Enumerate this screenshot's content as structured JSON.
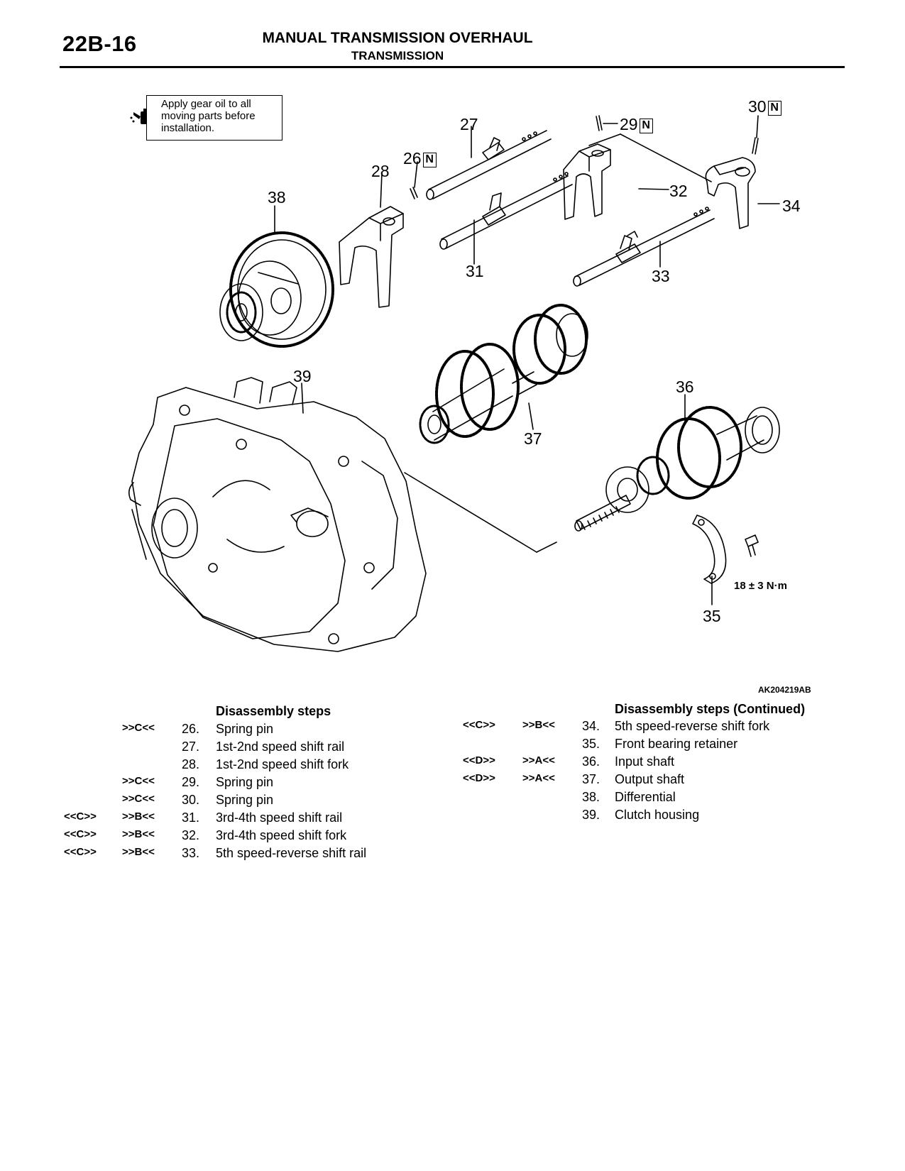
{
  "header": {
    "page_number": "22B-16",
    "title": "MANUAL TRANSMISSION OVERHAUL",
    "subtitle": "TRANSMISSION"
  },
  "figure": {
    "callout_text": "Apply gear oil to all moving parts before installation.",
    "callout_icon": "oil-can-icon",
    "n_mark": "N",
    "labels": {
      "p26": "26",
      "p27": "27",
      "p28": "28",
      "p29": "29",
      "p30": "30",
      "p31": "31",
      "p32": "32",
      "p33": "33",
      "p34": "34",
      "p35": "35",
      "p36": "36",
      "p37": "37",
      "p38": "38",
      "p39": "39"
    },
    "torque": "18 ± 3 N·m",
    "figure_id": "AK204219AB"
  },
  "steps_left": {
    "heading": "Disassembly steps",
    "items": [
      {
        "ref1": "",
        "ref2": ">>C<<",
        "num": "26.",
        "name": "Spring pin"
      },
      {
        "ref1": "",
        "ref2": "",
        "num": "27.",
        "name": "1st-2nd speed shift rail"
      },
      {
        "ref1": "",
        "ref2": "",
        "num": "28.",
        "name": "1st-2nd speed shift fork"
      },
      {
        "ref1": "",
        "ref2": ">>C<<",
        "num": "29.",
        "name": "Spring pin"
      },
      {
        "ref1": "",
        "ref2": ">>C<<",
        "num": "30.",
        "name": "Spring pin"
      },
      {
        "ref1": "<<C>>",
        "ref2": ">>B<<",
        "num": "31.",
        "name": "3rd-4th speed shift rail"
      },
      {
        "ref1": "<<C>>",
        "ref2": ">>B<<",
        "num": "32.",
        "name": "3rd-4th speed shift fork"
      },
      {
        "ref1": "<<C>>",
        "ref2": ">>B<<",
        "num": "33.",
        "name": "5th speed-reverse shift rail"
      }
    ]
  },
  "steps_right": {
    "heading": "Disassembly steps (Continued)",
    "items": [
      {
        "ref1": "<<C>>",
        "ref2": ">>B<<",
        "num": "34.",
        "name": "5th speed-reverse shift fork"
      },
      {
        "ref1": "",
        "ref2": "",
        "num": "35.",
        "name": "Front bearing retainer"
      },
      {
        "ref1": "<<D>>",
        "ref2": ">>A<<",
        "num": "36.",
        "name": "Input shaft"
      },
      {
        "ref1": "<<D>>",
        "ref2": ">>A<<",
        "num": "37.",
        "name": "Output shaft"
      },
      {
        "ref1": "",
        "ref2": "",
        "num": "38.",
        "name": "Differential"
      },
      {
        "ref1": "",
        "ref2": "",
        "num": "39.",
        "name": "Clutch housing"
      }
    ]
  }
}
